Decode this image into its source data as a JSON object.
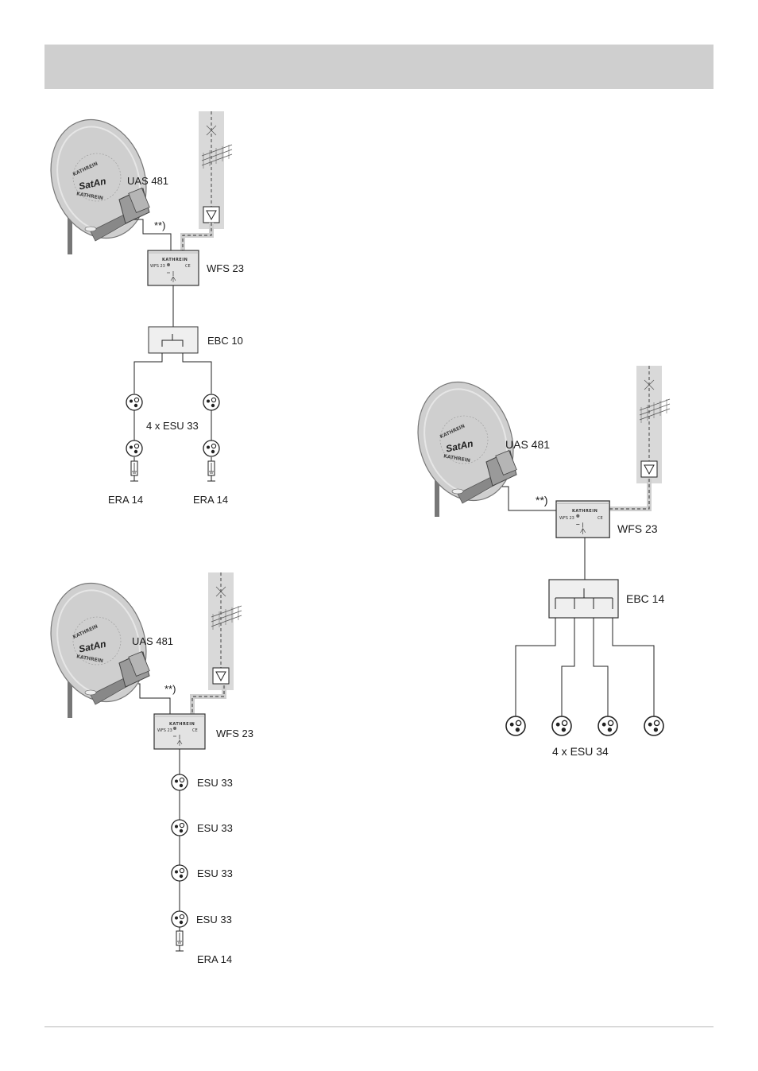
{
  "diagrams": [
    {
      "dish": "UAS 481",
      "note": "**)",
      "switch": "WFS 23",
      "splitter": "EBC 10",
      "outlets": "4 x ESU 33",
      "terminators": [
        "ERA 14",
        "ERA 14"
      ]
    },
    {
      "dish": "UAS 481",
      "note": "**)",
      "switch": "WFS 23",
      "outlets": [
        "ESU 33",
        "ESU 33",
        "ESU 33",
        "ESU 33"
      ],
      "terminator": "ERA 14"
    },
    {
      "dish": "UAS 481",
      "note": "**)",
      "switch": "WFS 23",
      "splitter": "EBC 14",
      "outlets": "4 x ESU 34"
    }
  ],
  "branding": {
    "dish_logo": "SatAn",
    "dish_ring": "KATHREIN",
    "switch_brand": "KATHREIN",
    "switch_model": "WFS 23",
    "switch_mark": "CE"
  }
}
